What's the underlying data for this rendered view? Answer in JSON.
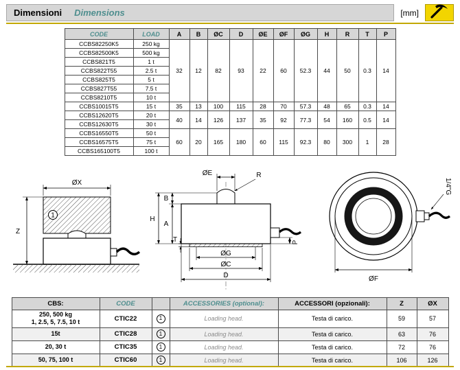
{
  "colors": {
    "teal": "#4e8e8e",
    "gold": "#c2a800",
    "icon_bg": "#f2d500",
    "header_gray": "#d6d6d6"
  },
  "header": {
    "title_it": "Dimensioni",
    "title_en": "Dimensions",
    "unit": "[mm]"
  },
  "dim_table": {
    "headers": {
      "code": "CODE",
      "load": "LOAD",
      "dims": [
        "A",
        "B",
        "ØC",
        "D",
        "ØE",
        "ØF",
        "ØG",
        "H",
        "R",
        "T",
        "P"
      ]
    },
    "rows": [
      {
        "code": "CCBS82250K5",
        "load": "250 kg"
      },
      {
        "code": "CCBS82500K5",
        "load": "500 kg"
      },
      {
        "code": "CCBS821T5",
        "load": "1 t"
      },
      {
        "code": "CCBS822T55",
        "load": "2.5 t"
      },
      {
        "code": "CCBS825T5",
        "load": "5 t"
      },
      {
        "code": "CCBS827T55",
        "load": "7.5 t"
      },
      {
        "code": "CCBS8210T5",
        "load": "10 t"
      },
      {
        "code": "CCBS10015T5",
        "load": "15 t"
      },
      {
        "code": "CCBS12620T5",
        "load": "20 t"
      },
      {
        "code": "CCBS12630T5",
        "load": "30 t"
      },
      {
        "code": "CCBS16550T5",
        "load": "50 t"
      },
      {
        "code": "CCBS16575T5",
        "load": "75 t"
      },
      {
        "code": "CCBS165100T5",
        "load": "100 t"
      }
    ],
    "groups": [
      {
        "start": 0,
        "span": 7,
        "values": [
          "32",
          "12",
          "82",
          "93",
          "22",
          "60",
          "52.3",
          "44",
          "50",
          "0.3",
          "14"
        ]
      },
      {
        "start": 7,
        "span": 1,
        "values": [
          "35",
          "13",
          "100",
          "115",
          "28",
          "70",
          "57.3",
          "48",
          "65",
          "0.3",
          "14"
        ]
      },
      {
        "start": 8,
        "span": 2,
        "values": [
          "40",
          "14",
          "126",
          "137",
          "35",
          "92",
          "77.3",
          "54",
          "160",
          "0.5",
          "14"
        ]
      },
      {
        "start": 10,
        "span": 3,
        "values": [
          "60",
          "20",
          "165",
          "180",
          "60",
          "115",
          "92.3",
          "80",
          "300",
          "1",
          "28"
        ]
      }
    ]
  },
  "diagrams": {
    "left": {
      "dim_top": "ØX",
      "dim_left": "Z",
      "ref": "1"
    },
    "middle": {
      "dim_oe": "ØE",
      "dim_r": "R",
      "dim_h": "H",
      "dim_a": "A",
      "dim_b": "B",
      "dim_p": "P",
      "dim_t": "T",
      "dim_og": "ØG",
      "dim_oc": "ØC",
      "dim_d": "D"
    },
    "right": {
      "dim_of": "ØF",
      "thread": "1/4\"G"
    }
  },
  "acc_table": {
    "headers": {
      "cbs": "CBS:",
      "code": "CODE",
      "icon": "",
      "acc_en": "ACCESSORIES (optional):",
      "acc_it": "ACCESSORI (opzionali):",
      "z": "Z",
      "ox": "ØX"
    },
    "rows": [
      {
        "cbs_lines": [
          "250, 500 kg",
          "1, 2.5, 5, 7.5, 10 t"
        ],
        "code": "CTIC22",
        "ref": "1",
        "acc_en": "Loading head.",
        "acc_it": "Testa di carico.",
        "z": "59",
        "ox": "57"
      },
      {
        "cbs_lines": [
          "15t"
        ],
        "code": "CTIC28",
        "ref": "1",
        "acc_en": "Loading head.",
        "acc_it": "Testa di carico.",
        "z": "63",
        "ox": "76"
      },
      {
        "cbs_lines": [
          "20, 30 t"
        ],
        "code": "CTIC35",
        "ref": "1",
        "acc_en": "Loading head.",
        "acc_it": "Testa di carico.",
        "z": "72",
        "ox": "76"
      },
      {
        "cbs_lines": [
          "50, 75, 100 t"
        ],
        "code": "CTIC60",
        "ref": "1",
        "acc_en": "Loading head.",
        "acc_it": "Testa di carico.",
        "z": "106",
        "ox": "126"
      }
    ]
  }
}
